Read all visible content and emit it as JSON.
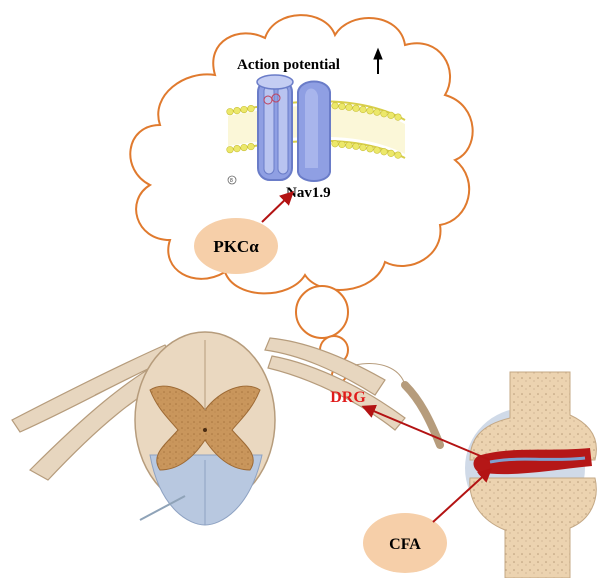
{
  "labels": {
    "action_potential": "Action potential",
    "channel": "Nav1.9",
    "kinase": "PKCα",
    "ganglion": "DRG",
    "adjuvant": "CFA",
    "small_mark": "8"
  },
  "colors": {
    "cloud_outline": "#e07a2e",
    "arrow_red": "#b31313",
    "drg_text": "#e01b1b",
    "label_bubble": "#f6cfa9",
    "channel_blue": "#8f9fe3",
    "channel_dark": "#6a7cc8",
    "membrane_yellow": "#ece86a",
    "cord_gray_matter": "#c9965c",
    "cord_white_matter": "#e9d5bd",
    "cord_ventral": "#b8c8e0",
    "bone": "#ecd3b0",
    "joint_capsule": "#c8d4e4",
    "inflamed_cartilage": "#b51717"
  },
  "icons": {
    "up_arrow": "up-arrow-icon"
  }
}
